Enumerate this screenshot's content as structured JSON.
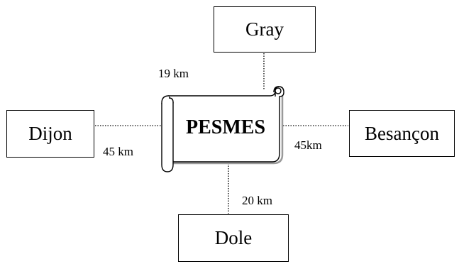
{
  "center": {
    "label": "PESMES"
  },
  "cities": {
    "gray": {
      "name": "Gray",
      "distance": "19 km"
    },
    "dijon": {
      "name": "Dijon",
      "distance": "45 km"
    },
    "besancon": {
      "name": "Besançon",
      "distance": "45km"
    },
    "dole": {
      "name": "Dole",
      "distance": "20 km"
    }
  },
  "colors": {
    "line": "#000000",
    "scroll_fill": "#ffffff",
    "scroll_shadow": "#9a9a9a"
  }
}
